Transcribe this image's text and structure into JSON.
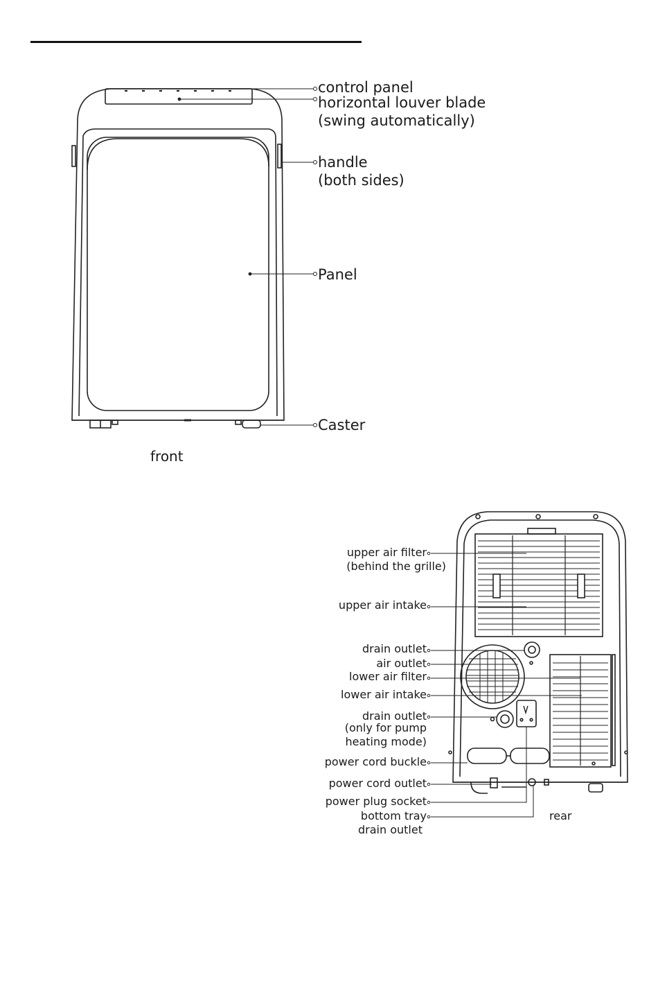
{
  "front": {
    "caption": "front",
    "labels": {
      "control_panel": "control panel",
      "louver": "horizontal louver blade",
      "louver_note": "(swing automatically)",
      "handle": "handle",
      "handle_note": "(both sides)",
      "panel": "Panel",
      "caster": "Caster"
    }
  },
  "rear": {
    "caption": "rear",
    "labels": {
      "upper_air_filter": "upper air filter",
      "upper_air_filter_note": "(behind the grille)",
      "upper_air_intake": "upper air intake",
      "drain_outlet": "drain outlet",
      "air_outlet": "air outlet",
      "lower_air_filter": "lower air filter",
      "lower_air_intake": "lower air intake",
      "drain_outlet_pump": "drain outlet",
      "drain_outlet_pump_note1": "(only for pump",
      "drain_outlet_pump_note2": "heating mode)",
      "power_cord_buckle": "power cord buckle",
      "power_cord_outlet": "power cord outlet",
      "power_plug_socket": "power plug socket",
      "bottom_tray": "bottom tray",
      "bottom_tray_drain": "drain outlet"
    }
  }
}
